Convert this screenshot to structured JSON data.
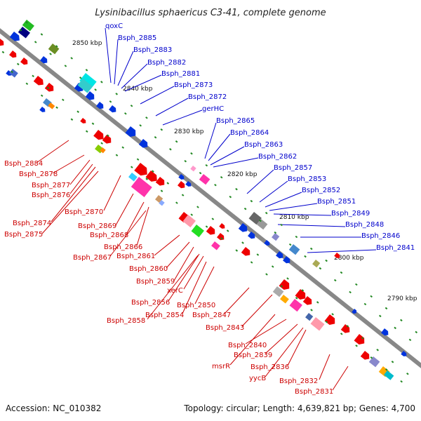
{
  "title": "Lysinibacillus sphaericus C3-41, complete genome",
  "footer": {
    "accession": "Accession: NC_010382",
    "topology": "Topology: circular; Length: 4,639,821 bp; Genes: 4,700"
  },
  "kbp_ticks": [
    "2850 kbp",
    "2840 kbp",
    "2830 kbp",
    "2820 kbp",
    "2810 kbp",
    "2800 kbp",
    "2790 kbp"
  ],
  "labels_top": [
    "qoxC",
    "Bsph_2885",
    "Bsph_2883",
    "Bsph_2882",
    "Bsph_2881",
    "Bsph_2873",
    "Bsph_2872",
    "gerHC",
    "Bsph_2865",
    "Bsph_2864",
    "Bsph_2863",
    "Bsph_2862",
    "Bsph_2857",
    "Bsph_2853",
    "Bsph_2852",
    "Bsph_2851",
    "Bsph_2849",
    "Bsph_2848",
    "Bsph_2846",
    "Bsph_2841"
  ],
  "labels_bottom": [
    "Bsph_2884",
    "Bsph_2878",
    "Bsph_2877",
    "Bsph_2876",
    "Bsph_2870",
    "Bsph_2874",
    "Bsph_2869",
    "Bsph_2875",
    "Bsph_2868",
    "Bsph_2866",
    "Bsph_2867",
    "Bsph_2861",
    "Bsph_2860",
    "Bsph_2859",
    "xerC",
    "Bsph_2856",
    "Bsph_2850",
    "Bsph_2858",
    "Bsph_2854",
    "Bsph_2847",
    "Bsph_2843",
    "Bsph_2840",
    "Bsph_2839",
    "msrR",
    "Bsph_2836",
    "yycB",
    "Bsph_2832",
    "Bsph_2831"
  ],
  "colors": {
    "backbone": "#808080",
    "forward": "#ee0000",
    "reverse": "#0033dd",
    "label_top": "#0000cc",
    "label_bottom": "#cc0000",
    "tick": "#228822"
  }
}
